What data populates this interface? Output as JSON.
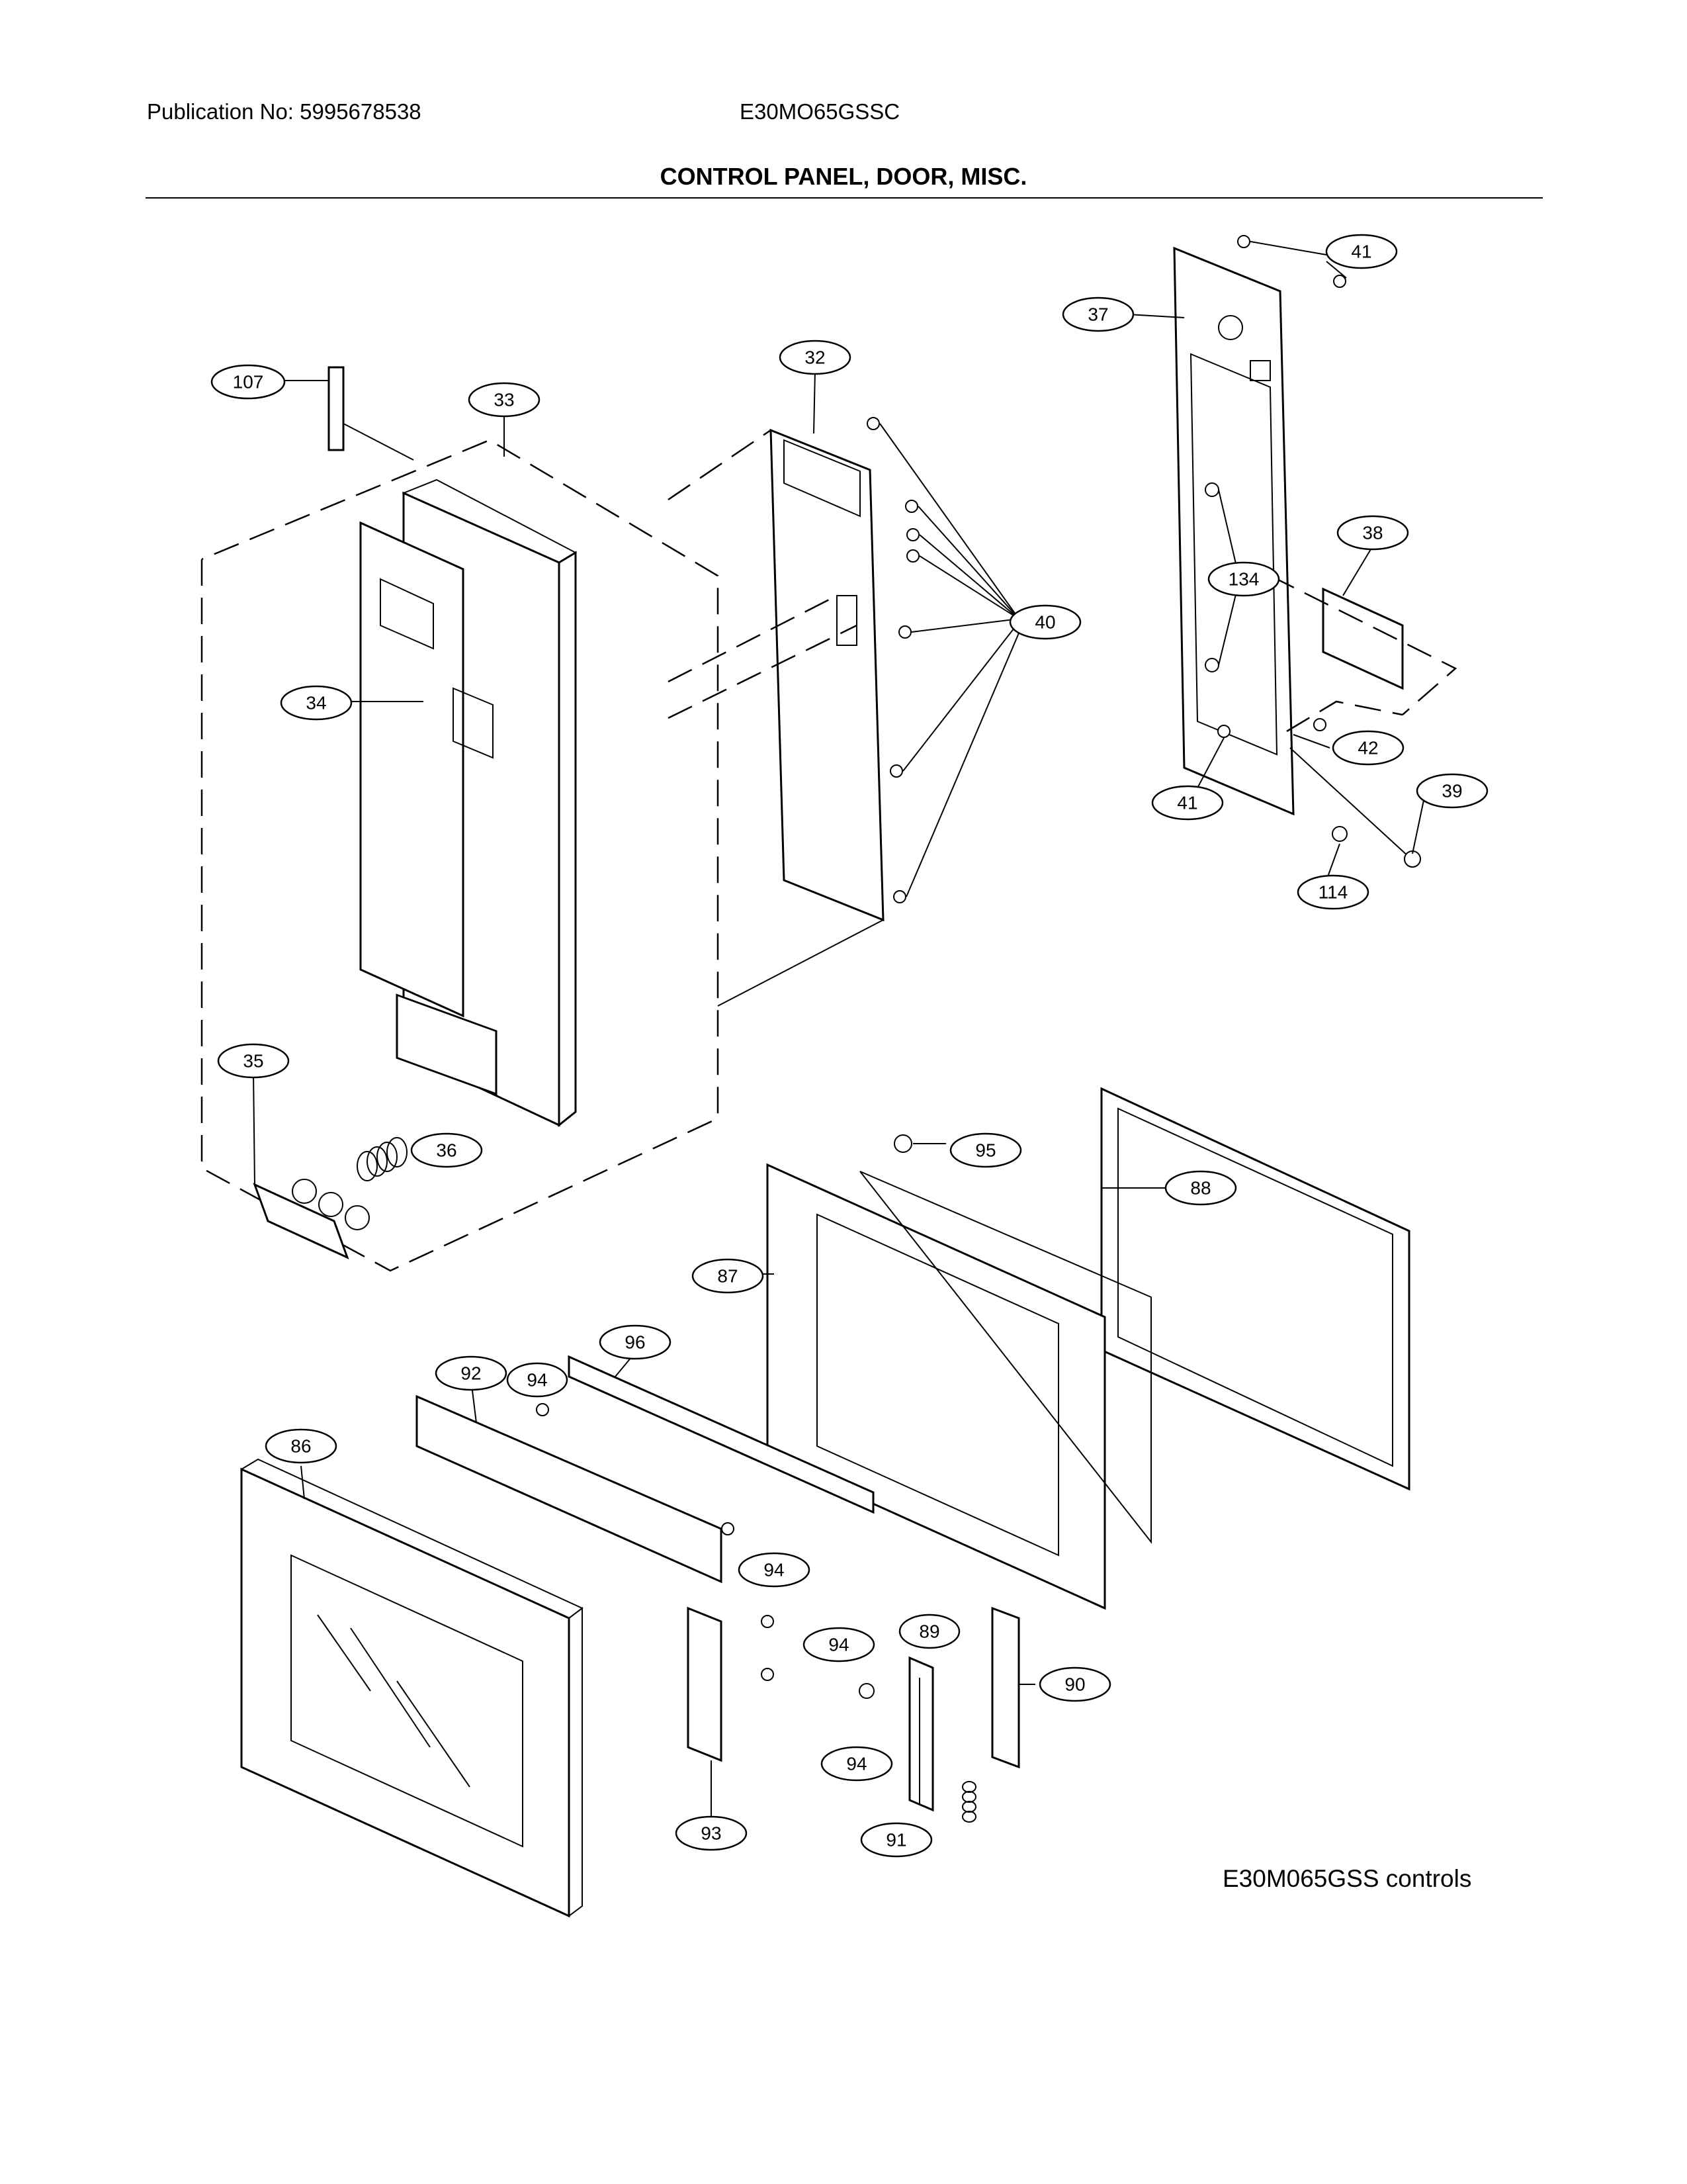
{
  "header": {
    "publication": "Publication No: 5995678538",
    "model": "E30MO65GSSC"
  },
  "title": "CONTROL PANEL, DOOR, MISC.",
  "footnote": "E30M065GSS controls",
  "callouts": [
    "107",
    "33",
    "32",
    "41",
    "37",
    "38",
    "134",
    "40",
    "34",
    "42",
    "41",
    "39",
    "114",
    "35",
    "36",
    "95",
    "88",
    "87",
    "96",
    "92",
    "94",
    "86",
    "94",
    "94",
    "89",
    "90",
    "94",
    "93",
    "91"
  ]
}
